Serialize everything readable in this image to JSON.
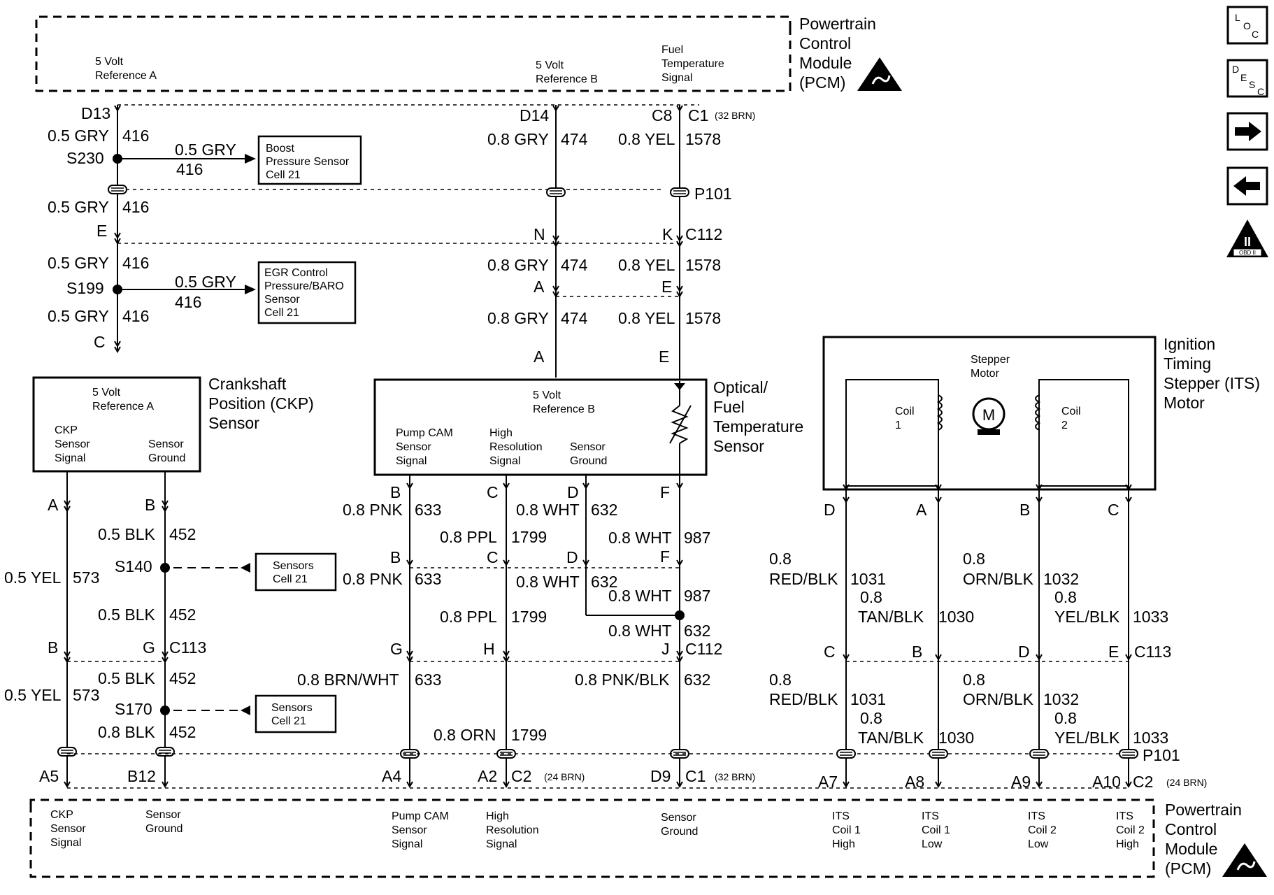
{
  "modules": {
    "pcm_top": {
      "title": [
        "Powertrain",
        "Control",
        "Module",
        "(PCM)"
      ],
      "label_ref_a": [
        "5 Volt",
        "Reference A"
      ],
      "label_ref_b": [
        "5 Volt",
        "Reference B"
      ],
      "label_fuel_temp": [
        "Fuel",
        "Temperature",
        "Signal"
      ]
    },
    "pcm_bottom": {
      "title": [
        "Powertrain",
        "Control",
        "Module",
        "(PCM)"
      ],
      "labels": [
        [
          "CKP",
          "Sensor",
          "Signal"
        ],
        [
          "Sensor",
          "Ground"
        ],
        [
          "Pump CAM",
          "Sensor",
          "Signal"
        ],
        [
          "High",
          "Resolution",
          "Signal"
        ],
        [
          "Sensor",
          "Ground"
        ],
        [
          "ITS",
          "Coil 1",
          "High"
        ],
        [
          "ITS",
          "Coil 1",
          "Low"
        ],
        [
          "ITS",
          "Coil 2",
          "Low"
        ],
        [
          "ITS",
          "Coil 2",
          "High"
        ]
      ]
    }
  },
  "connectors": {
    "d13": "D13",
    "d14": "D14",
    "c8": "C8",
    "c1_top": "C1",
    "c1_top_note": "(32 BRN)",
    "p101_top": "P101",
    "e1": "E",
    "n1": "N",
    "k1": "K",
    "c112_top": "C112",
    "a_mid": "A",
    "e_mid": "E",
    "c_left": "C",
    "a_low": "A",
    "e_low": "E",
    "s230": "S230",
    "s199": "S199",
    "s140": "S140",
    "s170": "S170",
    "a_ckp": "A",
    "b_ckp": "B",
    "b_opt": "B",
    "c_opt": "C",
    "d_opt": "D",
    "f_opt": "F",
    "b_opt2": "B",
    "c_opt2": "C",
    "d_opt2": "D",
    "f_opt2": "F",
    "b_c113": "B",
    "g_c113": "G",
    "c113_left": "C113",
    "g_c112": "G",
    "h_c112": "H",
    "j_c112": "J",
    "c112_mid": "C112",
    "d_its": "D",
    "a_its": "A",
    "b_its": "B",
    "c_its": "C",
    "c_c113r": "C",
    "b_c113r": "B",
    "d_c113r": "D",
    "e_c113r": "E",
    "c113_right": "C113",
    "p101_bot": "P101",
    "a5": "A5",
    "b12": "B12",
    "a4": "A4",
    "a2": "A2",
    "c2_left": "C2",
    "c2_left_note": "(24 BRN)",
    "d9": "D9",
    "c1_bot": "C1",
    "c1_bot_note": "(32 BRN)",
    "a7": "A7",
    "a8": "A8",
    "a9": "A9",
    "a10": "A10",
    "c2_right": "C2",
    "c2_right_note": "(24 BRN)"
  },
  "wires": {
    "w_416_1": "0.5 GRY",
    "w_416_1n": "416",
    "w_416_b": "0.5 GRY",
    "w_416_bn": "416",
    "w_416_2": "0.5 GRY",
    "w_416_2n": "416",
    "w_416_3": "0.5 GRY",
    "w_416_3n": "416",
    "w_416_e": "0.5 GRY",
    "w_416_en": "416",
    "w_416_4": "0.5 GRY",
    "w_416_4n": "416",
    "w_474_1": "0.8 GRY",
    "w_474_1n": "474",
    "w_474_2": "0.8 GRY",
    "w_474_2n": "474",
    "w_474_3": "0.8 GRY",
    "w_474_3n": "474",
    "w_1578_1": "0.8 YEL",
    "w_1578_1n": "1578",
    "w_1578_2": "0.8 YEL",
    "w_1578_2n": "1578",
    "w_1578_3": "0.8 YEL",
    "w_1578_3n": "1578",
    "w_573_1": "0.5 YEL",
    "w_573_1n": "573",
    "w_573_2": "0.5 YEL",
    "w_573_2n": "573",
    "w_452_1": "0.5 BLK",
    "w_452_1n": "452",
    "w_452_2": "0.5 BLK",
    "w_452_2n": "452",
    "w_452_3": "0.5 BLK",
    "w_452_3n": "452",
    "w_452_4": "0.8 BLK",
    "w_452_4n": "452",
    "w_633_1": "0.8 PNK",
    "w_633_1n": "633",
    "w_633_2": "0.8 PNK",
    "w_633_2n": "633",
    "w_633_3": "0.8 BRN/WHT",
    "w_633_3n": "633",
    "w_1799_1": "0.8 PPL",
    "w_1799_1n": "1799",
    "w_1799_2": "0.8 PPL",
    "w_1799_2n": "1799",
    "w_1799_3": "0.8 ORN",
    "w_1799_3n": "1799",
    "w_632_1": "0.8 WHT",
    "w_632_1n": "632",
    "w_632_2": "0.8 WHT",
    "w_632_2n": "632",
    "w_632_3": "0.8 WHT",
    "w_632_3n": "632",
    "w_632_4": "0.8 PNK/BLK",
    "w_632_4n": "632",
    "w_987_1": "0.8 WHT",
    "w_987_1n": "987",
    "w_987_2": "0.8 WHT",
    "w_987_2n": "987",
    "w_1031_1a": "0.8",
    "w_1031_1b": "RED/BLK",
    "w_1031_1n": "1031",
    "w_1030_1a": "0.8",
    "w_1030_1b": "TAN/BLK",
    "w_1030_1n": "1030",
    "w_1032_1a": "0.8",
    "w_1032_1b": "ORN/BLK",
    "w_1032_1n": "1032",
    "w_1033_1a": "0.8",
    "w_1033_1b": "YEL/BLK",
    "w_1033_1n": "1033",
    "w_1031_2a": "0.8",
    "w_1031_2b": "RED/BLK",
    "w_1031_2n": "1031",
    "w_1030_2a": "0.8",
    "w_1030_2b": "TAN/BLK",
    "w_1030_2n": "1030",
    "w_1032_2a": "0.8",
    "w_1032_2b": "ORN/BLK",
    "w_1032_2n": "1032",
    "w_1033_2a": "0.8",
    "w_1033_2b": "YEL/BLK",
    "w_1033_2n": "1033"
  },
  "components": {
    "boost": [
      "Boost",
      "Pressure Sensor",
      "Cell 21"
    ],
    "egr": [
      "EGR Control",
      "Pressure/BARO",
      "Sensor",
      "Cell 21"
    ],
    "sensors1": [
      "Sensors",
      "Cell 21"
    ],
    "sensors2": [
      "Sensors",
      "Cell 21"
    ],
    "ckp_title": [
      "Crankshaft",
      "Position (CKP)",
      "Sensor"
    ],
    "ckp_ref": [
      "5 Volt",
      "Reference A"
    ],
    "ckp_sig": [
      "CKP",
      "Sensor",
      "Signal"
    ],
    "ckp_gnd": [
      "Sensor",
      "Ground"
    ],
    "opt_title": [
      "Optical/",
      "Fuel",
      "Temperature",
      "Sensor"
    ],
    "opt_ref": [
      "5 Volt",
      "Reference B"
    ],
    "opt_pump": [
      "Pump CAM",
      "Sensor",
      "Signal"
    ],
    "opt_high": [
      "High",
      "Resolution",
      "Signal"
    ],
    "opt_gnd": [
      "Sensor",
      "Ground"
    ],
    "its_title": [
      "Ignition",
      "Timing",
      "Stepper (ITS)",
      "Motor"
    ],
    "its_stepper": [
      "Stepper",
      "Motor"
    ],
    "its_motor_symbol": "M",
    "its_coil1": [
      "Coil",
      "1"
    ],
    "its_coil2": [
      "Coil",
      "2"
    ]
  },
  "nav": {
    "loc_letters": [
      "L",
      "O",
      "C"
    ],
    "desc_letters": [
      "D",
      "E",
      "S",
      "C"
    ],
    "obd_numeral": "II",
    "obd_label": "OBD II",
    "forward_icon": "arrow-right-icon",
    "back_icon": "arrow-left-icon"
  }
}
